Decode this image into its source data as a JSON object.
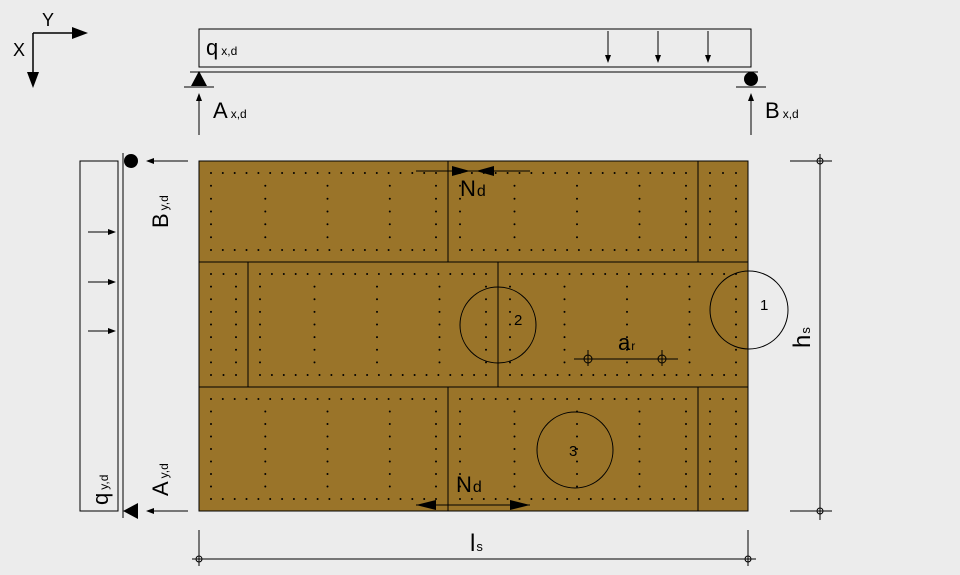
{
  "colors": {
    "background": "#ececec",
    "panel": "#9a7429",
    "line": "#000000"
  },
  "labels": {
    "axis_x": "X",
    "axis_y": "Y",
    "load_x": {
      "main": "q",
      "sub": "x,d"
    },
    "support_a_x": {
      "main": "A",
      "sub": "x,d"
    },
    "support_b_x": {
      "main": "B",
      "sub": "x,d"
    },
    "support_b_y": {
      "main": "B",
      "sub": "y,d"
    },
    "support_a_y": {
      "main": "A",
      "sub": "y,d"
    },
    "load_y": {
      "main": "q",
      "sub": "y,d"
    },
    "normal_force_top": {
      "main": "N",
      "sub": "d"
    },
    "normal_force_bottom": {
      "main": "N",
      "sub": "d"
    },
    "fastener_spacing": {
      "main": "a",
      "sub": "r"
    },
    "height": {
      "main": "h",
      "sub": "s"
    },
    "length": {
      "main": "l",
      "sub": "s"
    },
    "circle_1": "1",
    "circle_2": "2",
    "circle_3": "3"
  },
  "icons": {
    "pin_support": "triangle-pin-icon",
    "roller_support": "roller-circle-icon"
  }
}
